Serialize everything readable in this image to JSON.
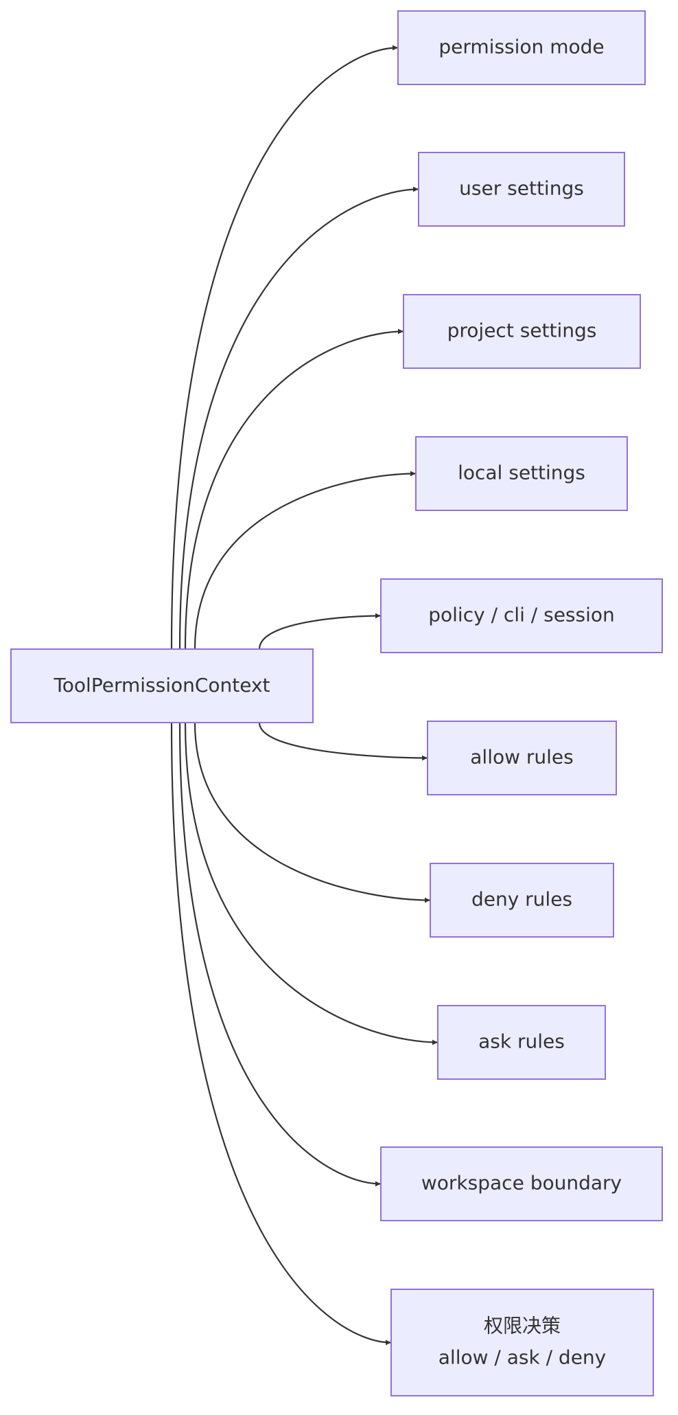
{
  "diagram": {
    "root": {
      "label": "ToolPermissionContext"
    },
    "nodes": [
      {
        "id": "permission-mode",
        "lines": [
          "permission mode"
        ]
      },
      {
        "id": "user-settings",
        "lines": [
          "user settings"
        ]
      },
      {
        "id": "project-settings",
        "lines": [
          "project settings"
        ]
      },
      {
        "id": "local-settings",
        "lines": [
          "local settings"
        ]
      },
      {
        "id": "policy-cli-session",
        "lines": [
          "policy / cli / session"
        ]
      },
      {
        "id": "allow-rules",
        "lines": [
          "allow rules"
        ]
      },
      {
        "id": "deny-rules",
        "lines": [
          "deny rules"
        ]
      },
      {
        "id": "ask-rules",
        "lines": [
          "ask rules"
        ]
      },
      {
        "id": "workspace-boundary",
        "lines": [
          "workspace boundary"
        ]
      },
      {
        "id": "permission-decision",
        "lines": [
          "权限决策",
          "allow / ask / deny"
        ]
      }
    ],
    "colors": {
      "node_fill": "#ececff",
      "node_stroke": "#9370db",
      "edge": "#333333",
      "text": "#333333"
    }
  }
}
